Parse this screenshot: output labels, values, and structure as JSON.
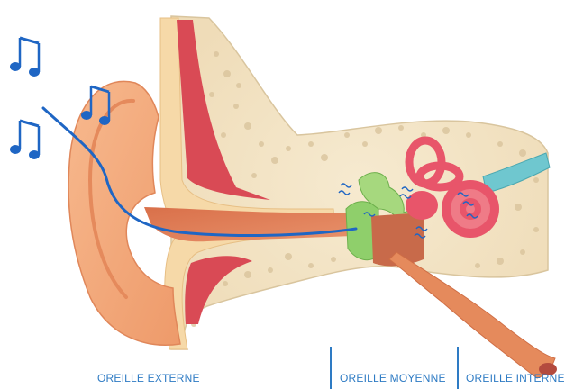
{
  "labels": {
    "outer": "OREILLE EXTERNE",
    "middle": "OREILLE MOYENNE",
    "inner": "OREILLE INTERNE"
  },
  "colors": {
    "label_blue": "#2e7bc4",
    "bone": "#f3e6c8",
    "skin": "#f3a477",
    "canal": "#e58a5c",
    "muscle": "#d94a55",
    "membrane_green": "#8fcf6b",
    "cochlea": "#e8556a",
    "nerve": "#6fc7cf",
    "sound_blue": "#1f66c4"
  },
  "icons": [
    "music-note-icon",
    "music-note-icon",
    "music-note-icon"
  ]
}
